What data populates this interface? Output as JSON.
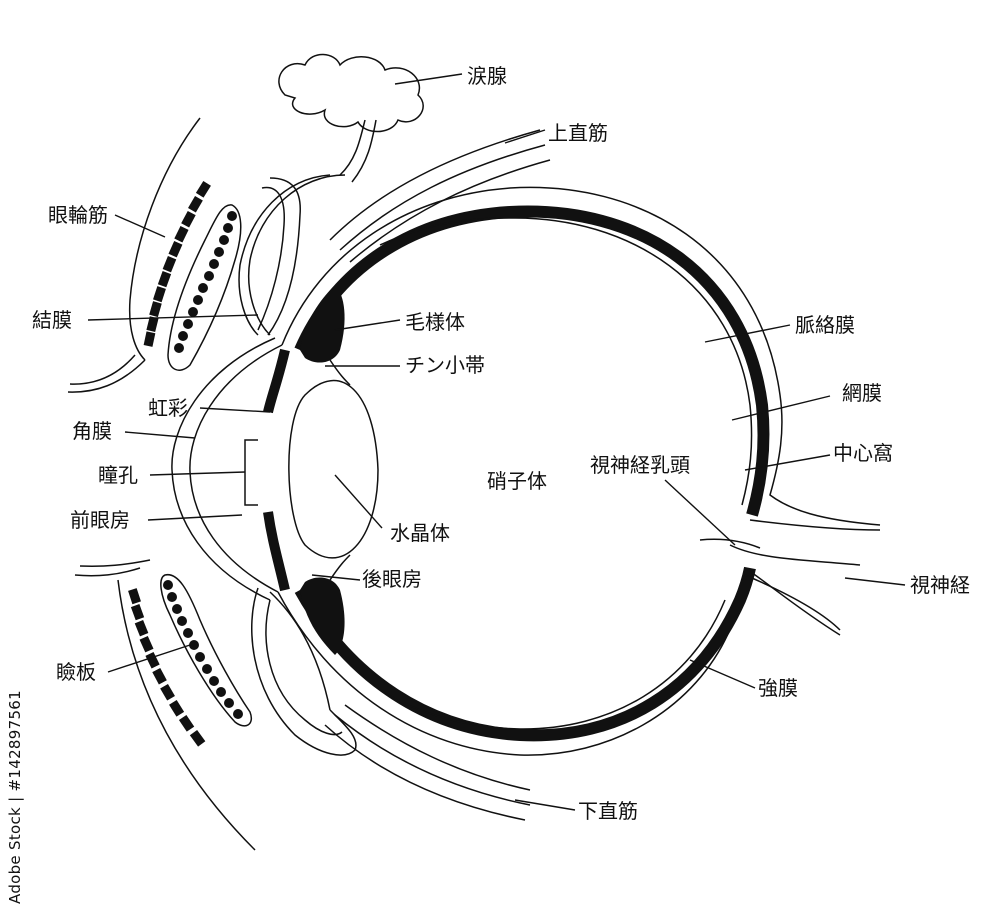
{
  "labels": {
    "lacrimal_gland": "涙腺",
    "superior_rectus": "上直筋",
    "orbicularis": "眼輪筋",
    "conjunctiva": "結膜",
    "ciliary_body": "毛様体",
    "zonule": "チン小帯",
    "choroid": "脈絡膜",
    "retina": "網膜",
    "iris": "虹彩",
    "cornea": "角膜",
    "fovea": "中心窩",
    "optic_disc": "視神経乳頭",
    "pupil": "瞳孔",
    "vitreous": "硝子体",
    "anterior_chamber": "前眼房",
    "lens": "水晶体",
    "optic_nerve": "視神経",
    "posterior_chamber": "後眼房",
    "tarsus": "瞼板",
    "sclera": "強膜",
    "inferior_rectus": "下直筋"
  },
  "watermark": "Adobe Stock | #142897561"
}
